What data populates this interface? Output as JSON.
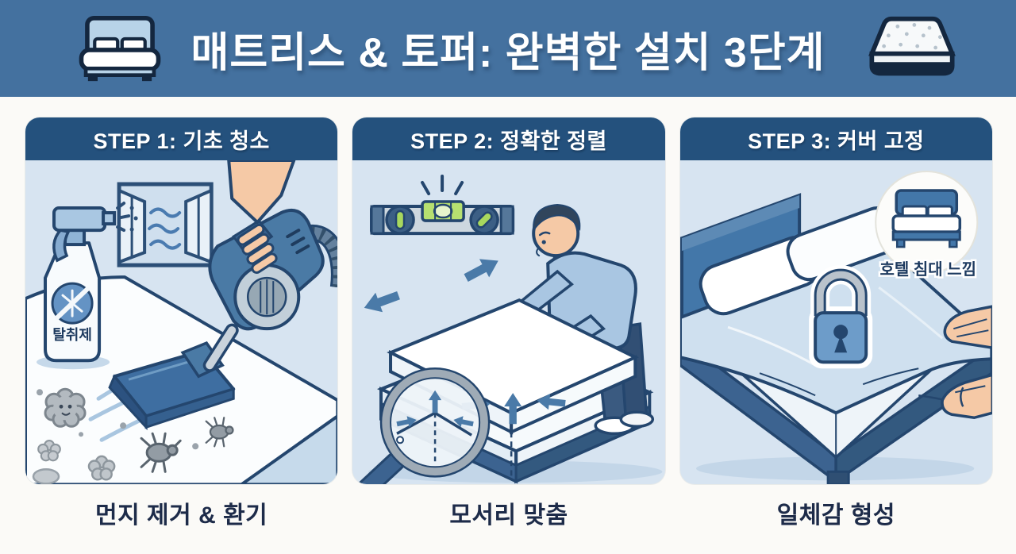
{
  "header": {
    "title": "매트리스 & 토퍼: 완벽한 설치 3단계",
    "left_icon": "double-bed-icon",
    "right_icon": "mattress-icon"
  },
  "panels": [
    {
      "step_label": "STEP 1: 기초 청소",
      "caption": "먼지 제거 & 환기",
      "spray_label": "탈취제",
      "icons": [
        "spray-bottle-icon",
        "open-window-icon",
        "handheld-vacuum-icon",
        "dust-ball-icon",
        "dust-mite-icon"
      ]
    },
    {
      "step_label": "STEP 2: 정확한 정렬",
      "caption": "모서리 맞춤",
      "icons": [
        "spirit-level-icon",
        "person-aligning-topper",
        "alignment-arrow-icon",
        "magnifier-icon"
      ]
    },
    {
      "step_label": "STEP 3: 커버 고정",
      "caption": "일체감 형성",
      "bubble_label": "호텔 침대 느낌",
      "icons": [
        "bed-icon",
        "padlock-icon",
        "hands-pulling-sheet-icon",
        "hotel-bed-bubble-icon"
      ]
    }
  ],
  "colors": {
    "page_bg": "#fbfaf7",
    "banner_bg": "#44719f",
    "panel_header_bg": "#24517d",
    "panel_body_bg": "#d7e4f1",
    "caption_text": "#1d2b49",
    "outline_navy": "#24466e",
    "accent_arrow": "#4a7aa8",
    "level_green": "#b7e070",
    "skin_tone": "#f5c9a6"
  }
}
